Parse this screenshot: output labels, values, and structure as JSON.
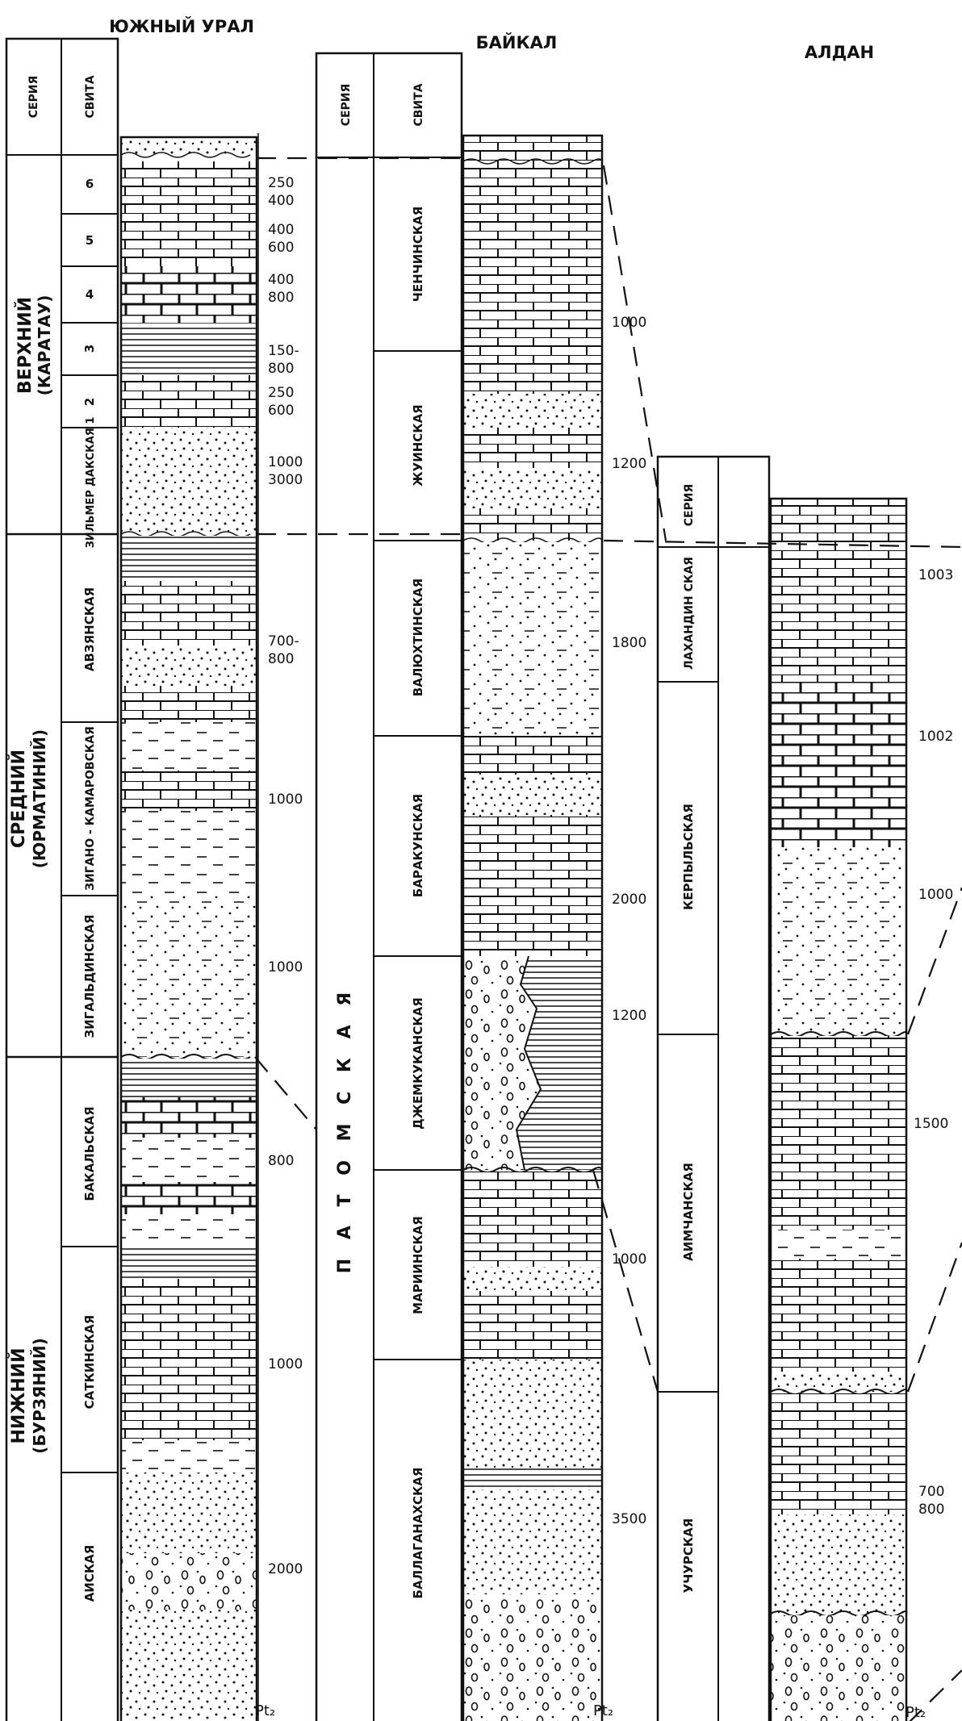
{
  "columns": {
    "ural": {
      "title": "ЮЖНЫЙ УРАЛ",
      "header": {
        "series": "СЕРИЯ",
        "suite": "СВИТА"
      },
      "series": [
        {
          "name": "ВЕРХНИЙ",
          "sub": "(КАРАТАУ)"
        },
        {
          "name": "СРЕДНИЙ",
          "sub": "(ЮРМАТИНИЙ)"
        },
        {
          "name": "НИЖНИЙ",
          "sub": "(БУРЗЯНИЙ)"
        }
      ],
      "suites": [
        {
          "label": "6",
          "thickness": [
            "250",
            "400"
          ]
        },
        {
          "label": "5",
          "thickness": [
            "400",
            "600"
          ]
        },
        {
          "label": "4",
          "thickness": [
            "400",
            "800"
          ]
        },
        {
          "label": "3",
          "thickness": [
            "150-",
            "800"
          ]
        },
        {
          "label": "2",
          "thickness": [
            "250",
            "600"
          ]
        },
        {
          "label": "ЗИЛЬМЕР ДАКСКАЯ 1",
          "thickness": [
            "1000",
            "3000"
          ]
        },
        {
          "label": "АВЗЯНСКАЯ",
          "thickness": [
            "700-",
            "800"
          ]
        },
        {
          "label": "ЗИГАНО - КАМАРОВСКАЯ",
          "thickness": [
            "1000"
          ]
        },
        {
          "label": "ЗИГАЛЬДИНСКАЯ",
          "thickness": [
            "1000"
          ]
        },
        {
          "label": "БАКАЛЬСКАЯ",
          "thickness": [
            "800"
          ]
        },
        {
          "label": "САТКИНСКАЯ",
          "thickness": [
            "1000"
          ]
        },
        {
          "label": "АИСКАЯ",
          "thickness": [
            "2000"
          ]
        }
      ],
      "bottom": "Pt₂"
    },
    "baikal": {
      "title": "БАЙКАЛ",
      "header": {
        "series": "СЕРИЯ",
        "suite": "СВИТА"
      },
      "series_name": "П А Т О М С К А Я",
      "suites": [
        {
          "label": "ЧЕНЧИНСКАЯ",
          "thickness": "1000"
        },
        {
          "label": "ЖУИНСКАЯ",
          "thickness": "1200"
        },
        {
          "label": "ВАЛЮХТИНСКАЯ",
          "thickness": "1800"
        },
        {
          "label": "БАРАКУНСКАЯ",
          "thickness": "2000"
        },
        {
          "label": "ДЖЕМКУКАНСКАЯ",
          "thickness": "1200"
        },
        {
          "label": "МАРИИНСКАЯ",
          "thickness": "1000"
        },
        {
          "label": "БАЛЛАГАНАХСКАЯ",
          "thickness": "3500"
        }
      ],
      "bottom": "Pt₂"
    },
    "aldan": {
      "title": "АЛДАН",
      "header": {
        "series": "СЕРИЯ"
      },
      "suites": [
        {
          "label": "ЛАХАНДИН СКАЯ",
          "thickness": "1003"
        },
        {
          "label": "КЕРПЫЛЬСКАЯ",
          "thickness": [
            "1002",
            "1000"
          ]
        },
        {
          "label": "АИМЧАНСКАЯ",
          "thickness": "1500"
        },
        {
          "label": "УЧУРСКАЯ",
          "thickness": [
            "700",
            "800"
          ]
        }
      ],
      "bottom": "Pt₂"
    }
  }
}
